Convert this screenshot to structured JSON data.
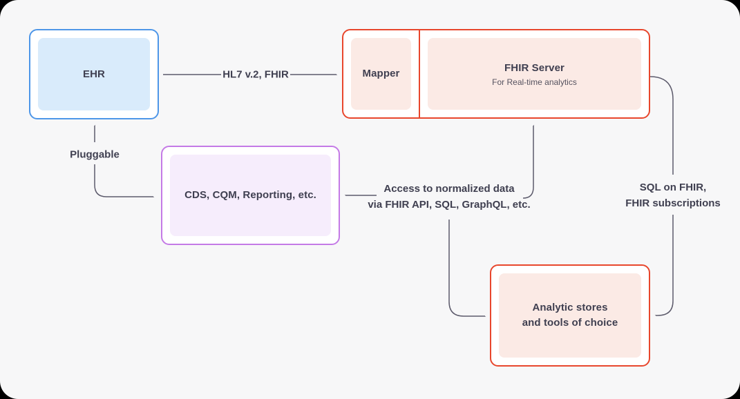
{
  "nodes": {
    "ehr": {
      "label": "EHR"
    },
    "mapper": {
      "label": "Mapper"
    },
    "fhir_server": {
      "title": "FHIR Server",
      "subtitle": "For Real-time analytics"
    },
    "cds": {
      "label": "CDS, CQM, Reporting, etc."
    },
    "analytic": {
      "line1": "Analytic stores",
      "line2": "and tools of choice"
    }
  },
  "edge_labels": {
    "hl7": "HL7 v.2, FHIR",
    "pluggable": "Pluggable",
    "access_line1": "Access to normalized data",
    "access_line2": "via FHIR API, SQL, GraphQL, etc.",
    "sql_line1": "SQL on FHIR,",
    "sql_line2": "FHIR subscriptions"
  },
  "colors": {
    "background": "#F7F7F8",
    "blue_border": "#4D96E8",
    "blue_fill": "#D9EBFB",
    "red_border": "#E8462C",
    "red_fill": "#FBEAE5",
    "purple_border": "#C47AE6",
    "purple_fill": "#F6EDFC",
    "connector": "#5C5A6B",
    "text": "#3F3F50"
  }
}
